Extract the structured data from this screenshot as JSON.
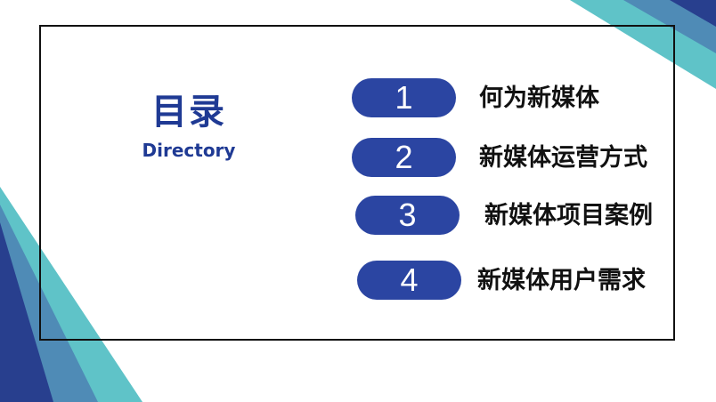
{
  "title": {
    "chinese": "目录",
    "english": "Directory"
  },
  "colors": {
    "brand_blue": "#2b45a2",
    "title_blue": "#1f3a94",
    "decor_dark_blue": "#283f8e",
    "decor_teal": "#5fc3c8",
    "decor_steel": "#4f8bb6",
    "frame_black": "#111111"
  },
  "toc": [
    {
      "number": "1",
      "label": "何为新媒体"
    },
    {
      "number": "2",
      "label": "新媒体运营方式"
    },
    {
      "number": "3",
      "label": "新媒体项目案例"
    },
    {
      "number": "4",
      "label": "新媒体用户需求"
    }
  ]
}
